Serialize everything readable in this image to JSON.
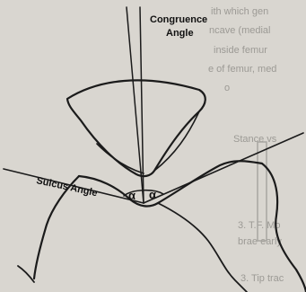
{
  "diagram": {
    "congruence_label_line1": "Congruence",
    "congruence_label_line2": "Angle",
    "sulcus_label": "Sulcus Angle",
    "alpha_left": "α",
    "alpha_right": "α"
  },
  "bleed_through_text": [
    "ith which gen",
    "ncave (medial",
    "inside femur",
    "e of femur, med",
    "o",
    "Stance vs",
    "3. T.F. Mo",
    "brae early",
    "3. Tip trac"
  ],
  "colors": {
    "paper": "#d9d6d0",
    "ink": "#1b1b1b",
    "bleed": "#9c9a95"
  }
}
